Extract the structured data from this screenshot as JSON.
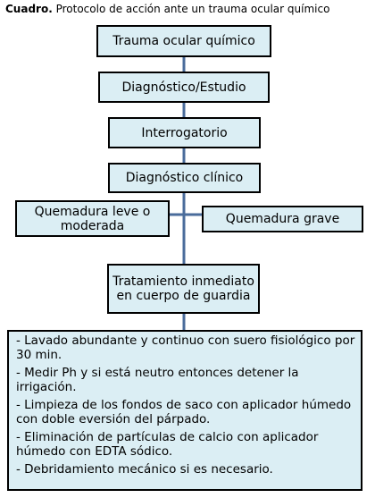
{
  "caption": {
    "label": "Cuadro.",
    "text": "Protocolo de acción ante un trauma ocular químico"
  },
  "flow": {
    "step1": "Trauma ocular químico",
    "step2": "Diagnóstico/Estudio",
    "step3": "Interrogatorio",
    "step4": "Diagnóstico clínico",
    "branch_left": "Quemadura leve o moderada",
    "branch_right": "Quemadura grave",
    "treatment": "Tratamiento inmediato en cuerpo de guardia"
  },
  "actions": [
    "- Lavado abundante y continuo con suero fisiológico por 30 min.",
    "- Medir Ph y si está neutro entonces detener la irrigación.",
    "- Limpieza de los fondos de saco con aplicador húmedo con doble eversión del párpado.",
    "- Eliminación de partículas de calcio con aplicador húmedo con EDTA sódico.",
    "- Debridamiento mecánico si es necesario."
  ],
  "colors": {
    "box_fill": "#dbeef4",
    "box_border": "#000000",
    "connector": "#4a6c9b"
  }
}
